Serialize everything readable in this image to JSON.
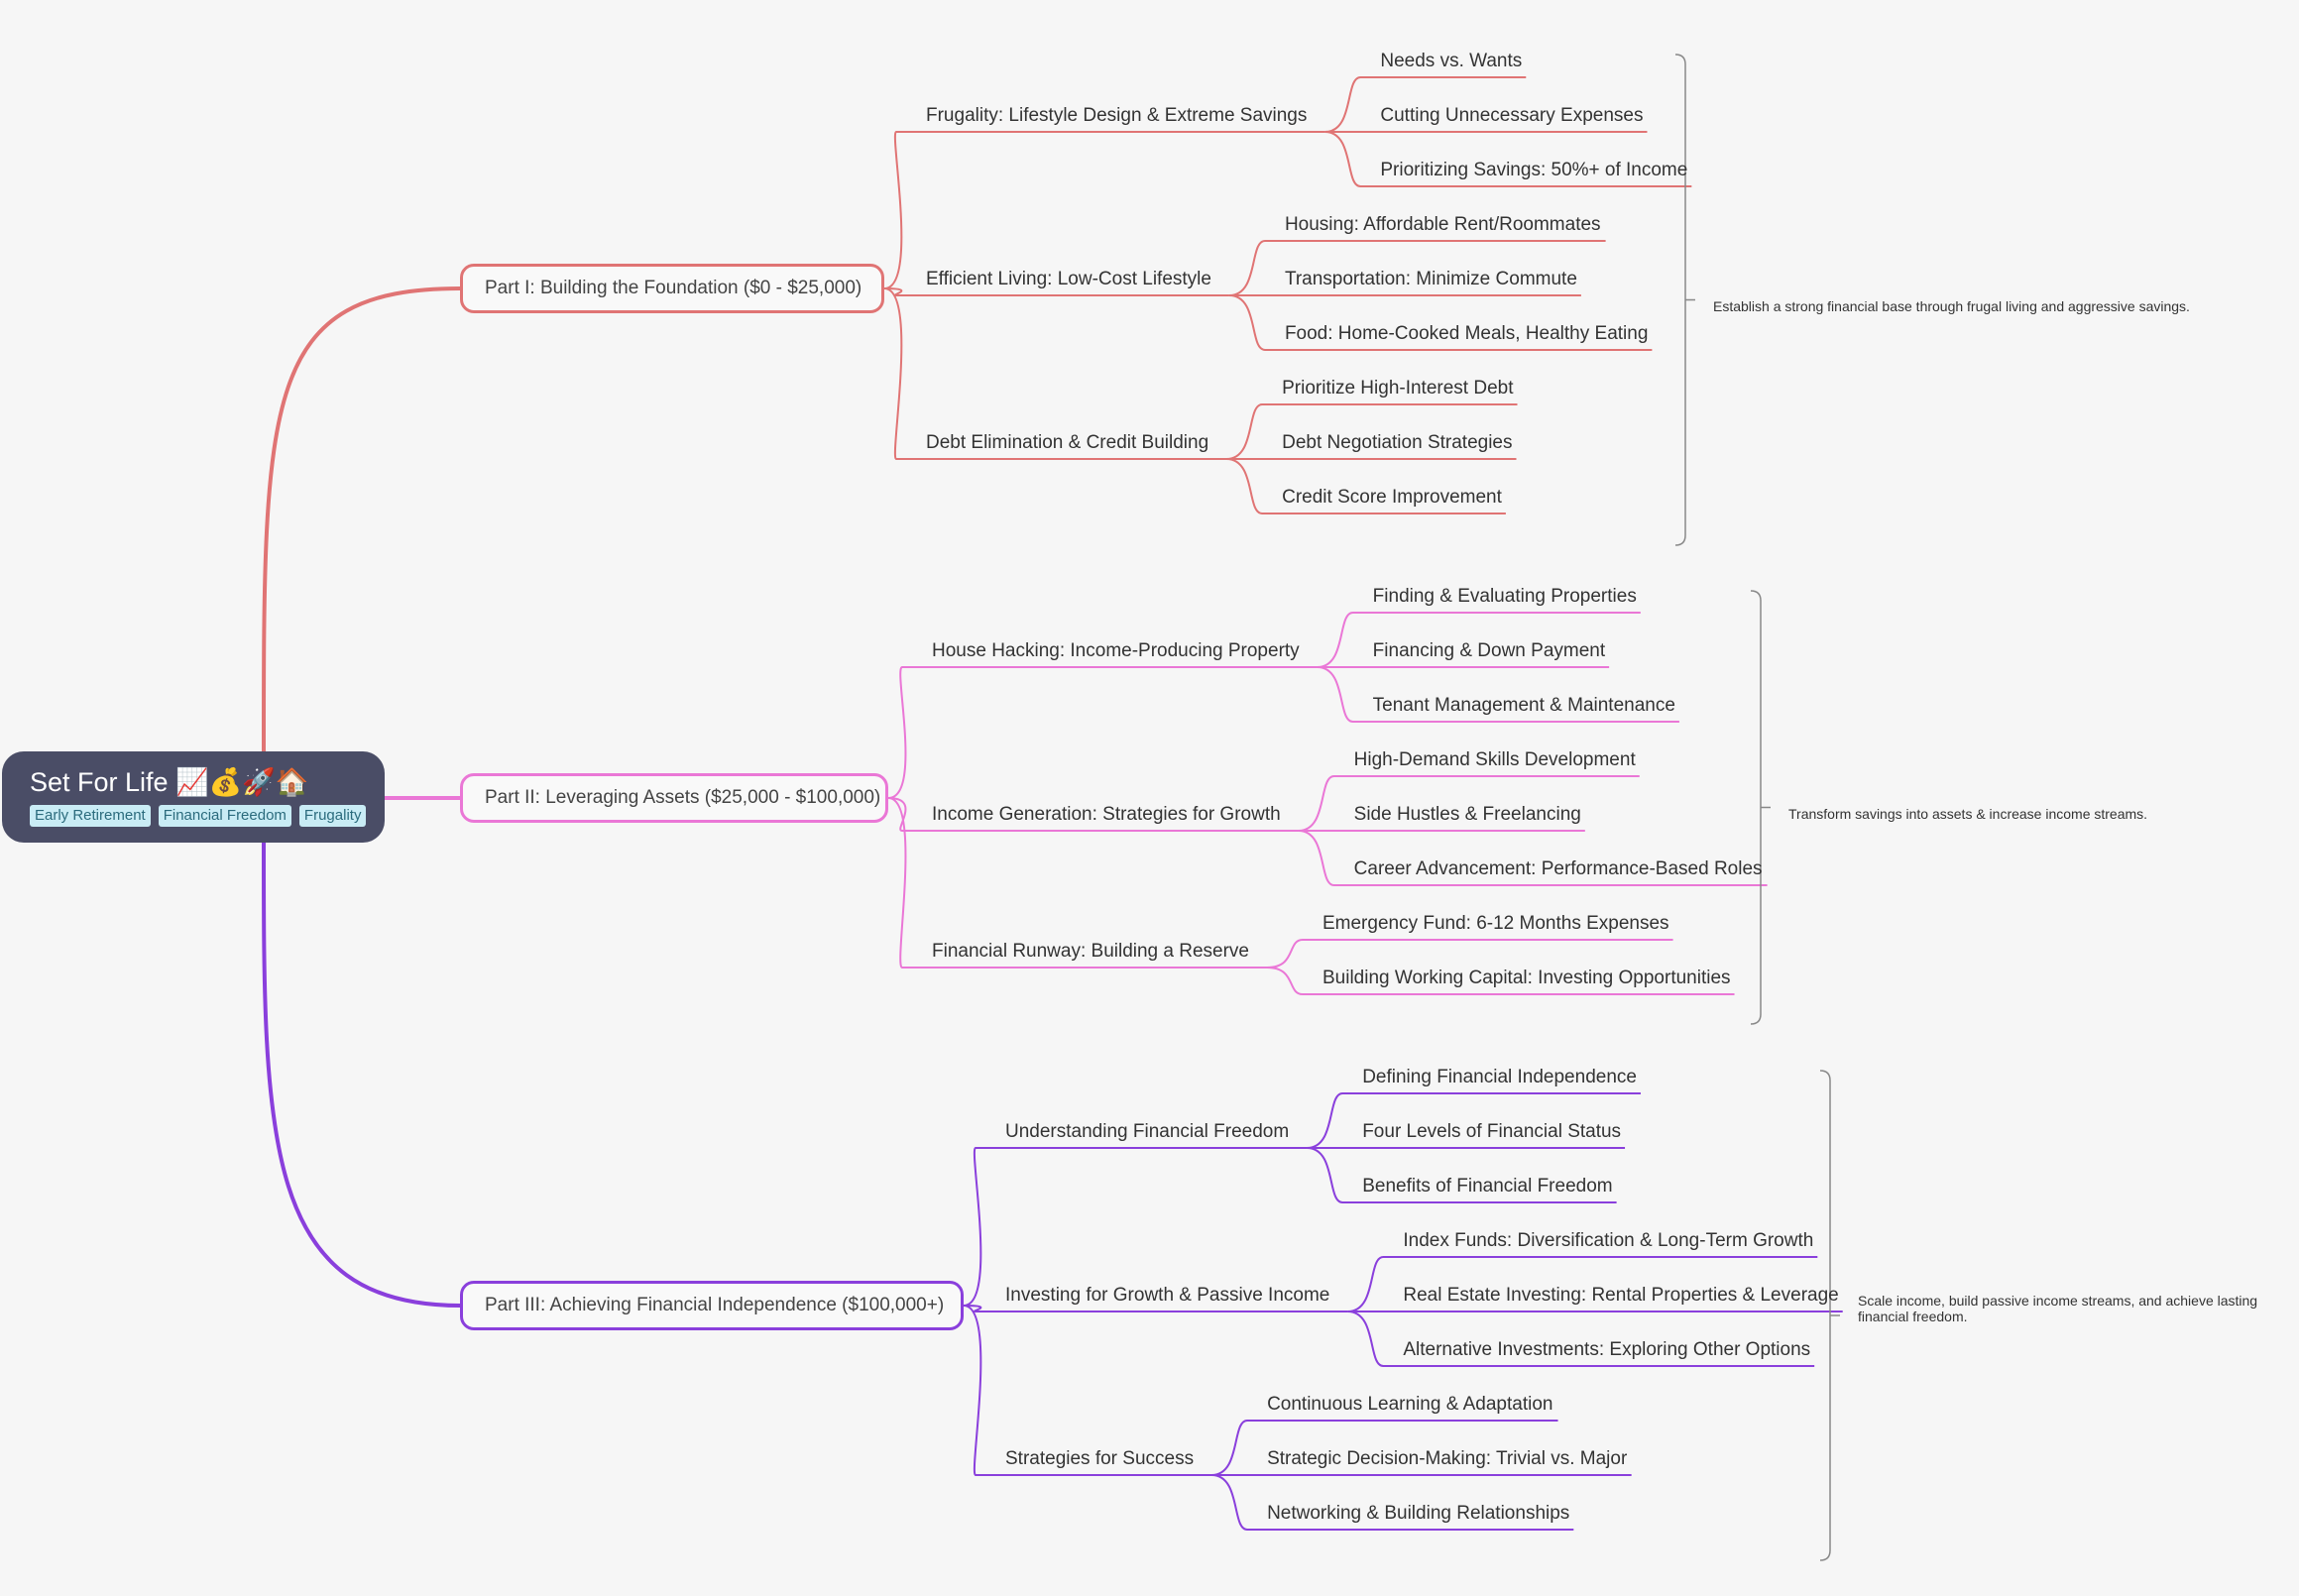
{
  "root": {
    "title": "Set For Life 📈💰🚀🏠",
    "tags": [
      "Early Retirement",
      "Financial Freedom",
      "Frugality"
    ]
  },
  "parts": [
    {
      "label": "Part I: Building the Foundation ($0 - $25,000)",
      "color": "#e07474",
      "summary": "Establish a strong financial base through frugal living and aggressive savings.",
      "branches": [
        {
          "label": "Frugality: Lifestyle Design & Extreme Savings",
          "items": [
            "Needs vs. Wants",
            "Cutting Unnecessary Expenses",
            "Prioritizing Savings: 50%+ of Income"
          ]
        },
        {
          "label": "Efficient Living: Low-Cost Lifestyle",
          "items": [
            "Housing: Affordable Rent/Roommates",
            "Transportation: Minimize Commute",
            "Food: Home-Cooked Meals, Healthy Eating"
          ]
        },
        {
          "label": "Debt Elimination & Credit Building",
          "items": [
            "Prioritize High-Interest Debt",
            "Debt Negotiation Strategies",
            "Credit Score Improvement"
          ]
        }
      ]
    },
    {
      "label": "Part II: Leveraging Assets ($25,000 - $100,000)",
      "color": "#ea77d6",
      "summary": "Transform savings into assets & increase income streams.",
      "branches": [
        {
          "label": "House Hacking: Income-Producing Property",
          "items": [
            "Finding & Evaluating Properties",
            "Financing & Down Payment",
            "Tenant Management & Maintenance"
          ]
        },
        {
          "label": "Income Generation: Strategies for Growth",
          "items": [
            "High-Demand Skills Development",
            "Side Hustles & Freelancing",
            "Career Advancement: Performance-Based Roles"
          ]
        },
        {
          "label": "Financial Runway: Building a Reserve",
          "items": [
            "Emergency Fund: 6-12 Months Expenses",
            "Building Working Capital: Investing Opportunities"
          ]
        }
      ]
    },
    {
      "label": "Part III: Achieving Financial Independence ($100,000+)",
      "color": "#8a3fdc",
      "summary": "Scale income, build passive income streams, and achieve lasting financial freedom.",
      "branches": [
        {
          "label": "Understanding Financial Freedom",
          "items": [
            "Defining Financial Independence",
            "Four Levels of Financial Status",
            "Benefits of Financial Freedom"
          ]
        },
        {
          "label": "Investing for Growth & Passive Income",
          "items": [
            "Index Funds: Diversification & Long-Term Growth",
            "Real Estate Investing: Rental Properties & Leverage",
            "Alternative Investments: Exploring Other Options"
          ]
        },
        {
          "label": "Strategies for Success",
          "items": [
            "Continuous Learning & Adaptation",
            "Strategic Decision-Making: Trivial vs. Major",
            "Networking & Building Relationships"
          ]
        }
      ]
    }
  ]
}
